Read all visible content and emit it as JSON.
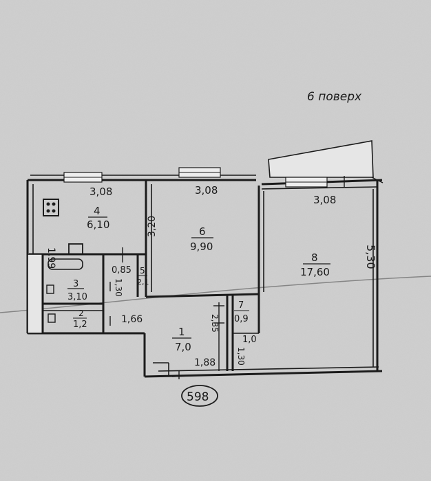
{
  "floor_note": "6 поверх",
  "plan_number": "598",
  "rooms": [
    {
      "id": "1",
      "area": "7,0"
    },
    {
      "id": "2",
      "area": "1,2"
    },
    {
      "id": "3",
      "area": "3,10"
    },
    {
      "id": "4",
      "area": "6,10"
    },
    {
      "id": "5",
      "area": "2,1"
    },
    {
      "id": "6",
      "area": "9,90"
    },
    {
      "id": "7",
      "area": "0,9"
    },
    {
      "id": "8",
      "area": "17,60"
    }
  ],
  "dimensions": {
    "d1": "3,08",
    "d2": "3,08",
    "d3": "3,08",
    "d4": "1,99",
    "d5": "3,20",
    "d6": "5,30",
    "d7": "0,85",
    "d8": "1,30",
    "d9": "1,66",
    "d10": "2,35",
    "d11": "1,0",
    "d12": "1,30",
    "d13": "1,88"
  }
}
